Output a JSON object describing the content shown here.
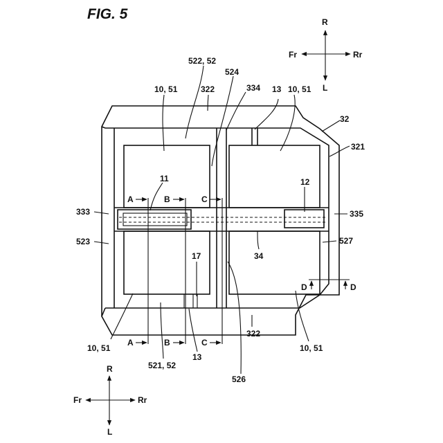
{
  "figure": {
    "title": "FIG. 5"
  },
  "compass_top": {
    "up": "R",
    "down": "L",
    "left": "Fr",
    "right": "Rr"
  },
  "compass_bottom": {
    "up": "R",
    "down": "L",
    "left": "Fr",
    "right": "Rr"
  },
  "labels": {
    "l_522_52": "522, 52",
    "l_524": "524",
    "l_10_51_tl": "10, 51",
    "l_322_top": "322",
    "l_334": "334",
    "l_13_top": "13",
    "l_10_51_tr": "10, 51",
    "l_32": "32",
    "l_321": "321",
    "l_11": "11",
    "l_12": "12",
    "l_333": "333",
    "l_335": "335",
    "l_523": "523",
    "l_527": "527",
    "l_34": "34",
    "l_17": "17",
    "l_10_51_bl": "10, 51",
    "l_521_52": "521, 52",
    "l_13_bot": "13",
    "l_322_bot": "322",
    "l_10_51_br": "10, 51",
    "l_526": "526"
  },
  "section_marks": {
    "A_top": "A",
    "B_top": "B",
    "C_top": "C",
    "A_bot": "A",
    "B_bot": "B",
    "C_bot": "C",
    "D_left": "D",
    "D_right": "D"
  }
}
